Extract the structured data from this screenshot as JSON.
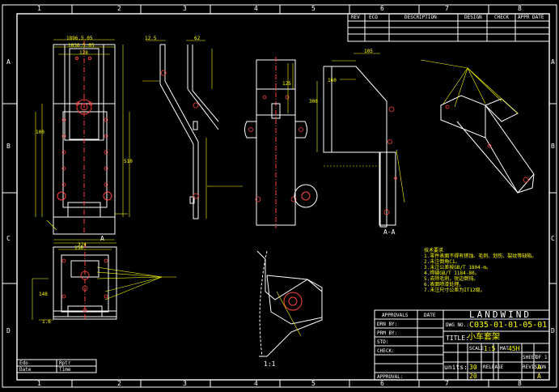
{
  "frame": {
    "col_numbers_top": [
      "1",
      "2",
      "3",
      "4",
      "5",
      "6",
      "7",
      "8"
    ],
    "col_numbers_bottom": [
      "1",
      "2",
      "3",
      "4",
      "5",
      "6",
      "7",
      "8"
    ],
    "row_letters_left": [
      "A",
      "B",
      "C",
      "D"
    ],
    "row_letters_right": [
      "A",
      "B",
      "C",
      "D"
    ]
  },
  "revision_block": {
    "headers": [
      "REV",
      "ECO",
      "DESCRIPTION",
      "DESIGN",
      "CHECK",
      "APPR DATE"
    ]
  },
  "title_block": {
    "approvals": "APPROVALS",
    "date": "DATE",
    "company": "LANDWIND",
    "dwg_no_label": "DWG NO.:",
    "dwg_no": "C035-01-01-05-01",
    "title_label": "TITLE:",
    "title": "小车套架",
    "scale_label": "SCALE",
    "scale": "1:5",
    "mat_label": "MAT",
    "mat": "45H",
    "units_label": "units:",
    "weight_a": "30",
    "weight_b": "20",
    "sheet_label": "SHEET",
    "sheet": "OF 1",
    "release_label": "RELEASE",
    "rev_label": "REVISION",
    "rev_a": "A",
    "rev_b": "A",
    "approval_label": "APPROVAL:",
    "left_labels": [
      "DRN BY:",
      "PRM BY:",
      "STD:",
      "CHECK:",
      "",
      "APPROVAL:"
    ]
  },
  "sign_block": {
    "rows": [
      {
        "a": "Edo",
        "b": "Rptr"
      },
      {
        "a": "Date",
        "b": "Time"
      }
    ]
  },
  "views": {
    "section_label": "A-A",
    "scale_label": "1:1",
    "detail_label": "A"
  },
  "dimensions": {
    "d_top": "1896.5.05",
    "d_inner": "1036.5.05",
    "d_128": "128",
    "d_100": "100",
    "d_324": "324",
    "d_160": "160",
    "d_105": "105",
    "d_300": "300",
    "d_125": "125",
    "d_510": "510",
    "d_12_5": "12.5",
    "d_62": "62",
    "d_1_6": "1.6",
    "d_150": "150",
    "d_148": "148"
  },
  "notes": {
    "heading": "技术要求",
    "lines": [
      "1.零件表面不得有锈蚀、毛刺、划伤、裂纹等缺陷。",
      "2.未注倒角C1。",
      "3.未注公差按GB/T 1804-m。",
      "4.焊缝GB/T 1184-80。",
      "5.去除毛刺，锐边倒钝。",
      "6.表面喷漆处理。",
      "7.未注尺寸公差为IT12级。"
    ]
  }
}
